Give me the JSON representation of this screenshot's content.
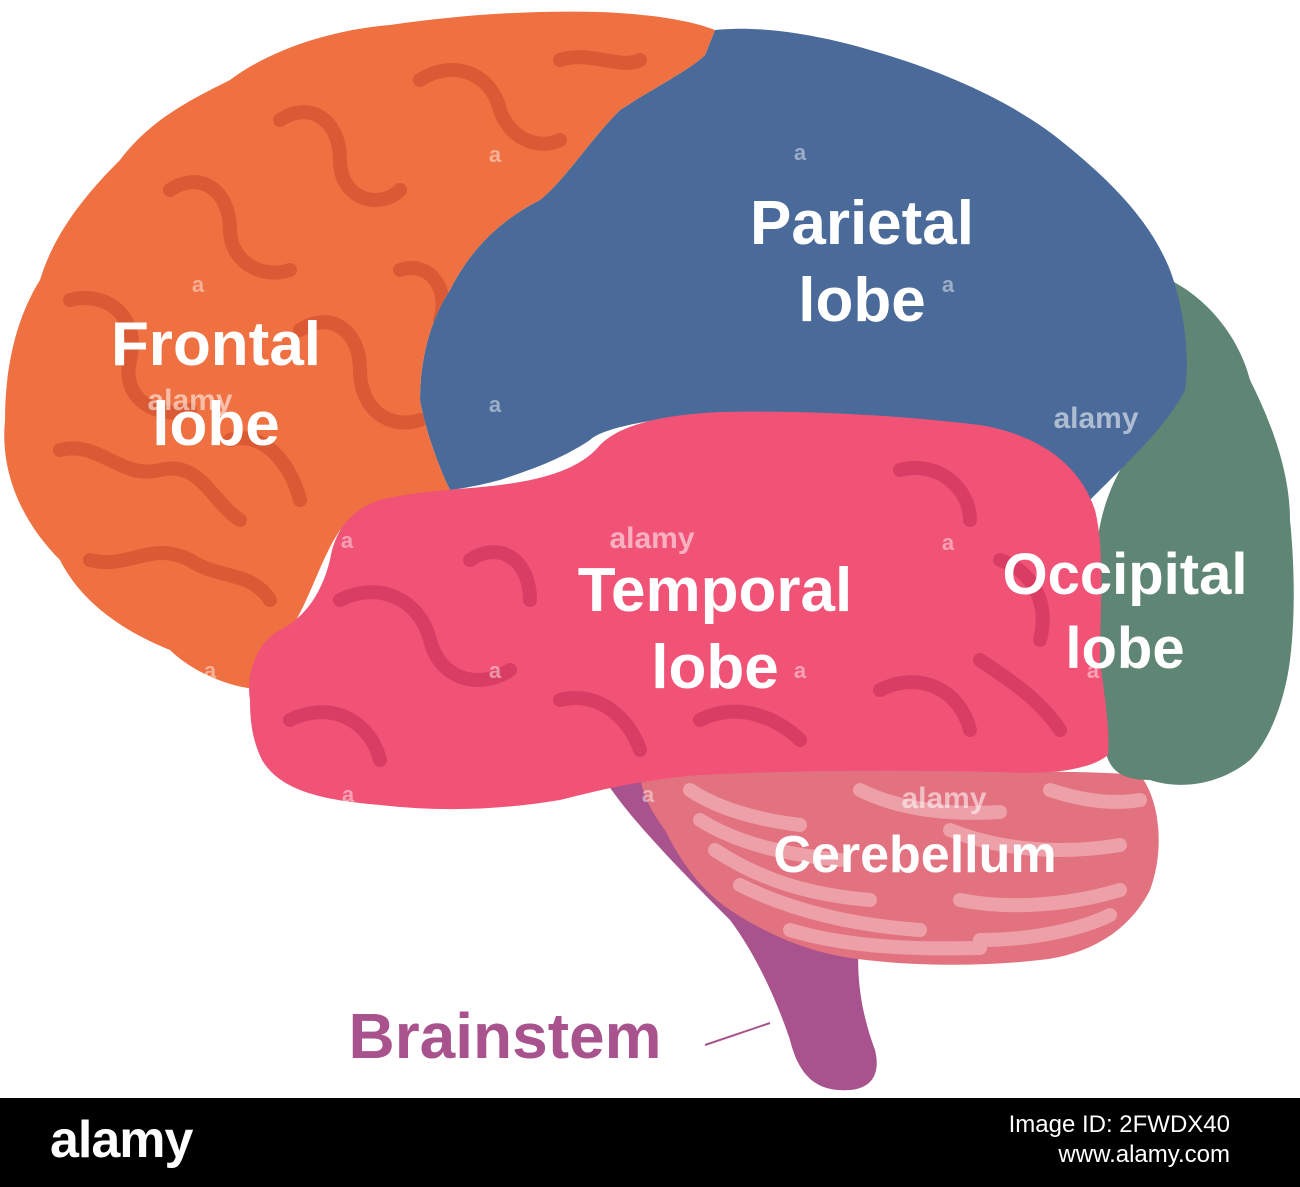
{
  "labels": {
    "frontal": [
      "Frontal",
      "lobe"
    ],
    "parietal": [
      "Parietal",
      "lobe"
    ],
    "temporal": [
      "Temporal",
      "lobe"
    ],
    "occipital": [
      "Occipital",
      "lobe"
    ],
    "cerebellum": "Cerebellum",
    "brainstem": "Brainstem"
  },
  "watermark": "alamy",
  "watermark_letter": "a",
  "footer": {
    "logo": "alamy",
    "image_id": "Image ID: 2FWDX40",
    "site": "www.alamy.com"
  },
  "colors": {
    "frontal": "#ef7040",
    "parietal": "#4a6a99",
    "temporal": "#f15377",
    "occipital": "#5f8674",
    "cerebellum": "#e2727f",
    "brainstem": "#a8538e"
  }
}
